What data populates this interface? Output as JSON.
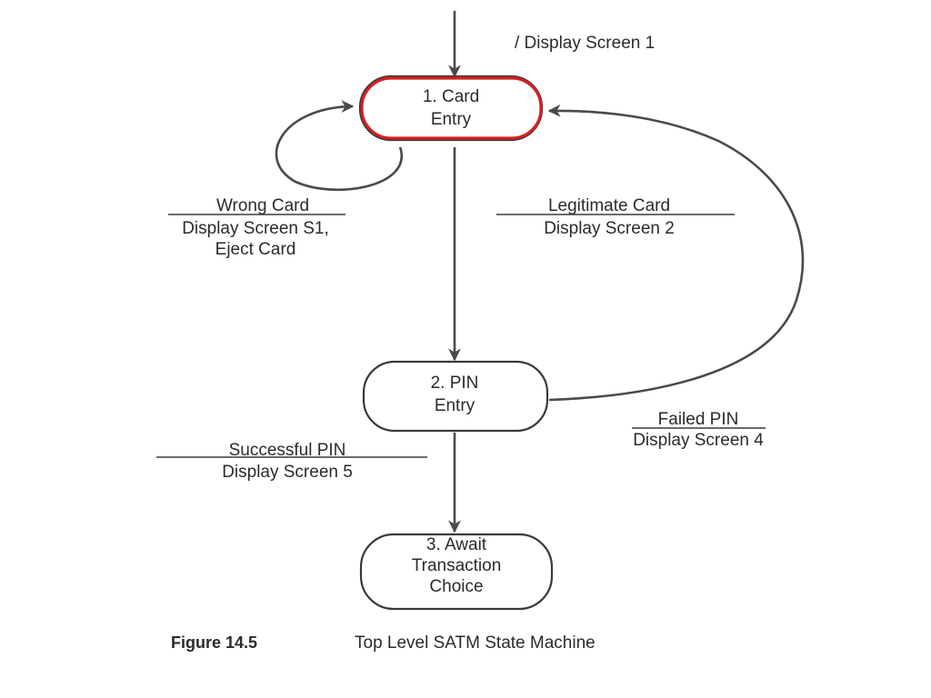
{
  "states": [
    {
      "id": "card-entry",
      "lines": [
        "1. Card",
        "Entry"
      ]
    },
    {
      "id": "pin-entry",
      "lines": [
        "2. PIN",
        "Entry"
      ]
    },
    {
      "id": "await-transaction",
      "lines": [
        "3. Await",
        "Transaction",
        "Choice"
      ]
    }
  ],
  "transitions": {
    "initial": {
      "action": "/ Display Screen 1"
    },
    "wrong_card": {
      "event": "Wrong Card",
      "actions": [
        "Display Screen S1,",
        "Eject Card"
      ]
    },
    "legitimate_card": {
      "event": "Legitimate Card",
      "actions": [
        "Display Screen 2"
      ]
    },
    "failed_pin": {
      "event": "Failed PIN",
      "actions": [
        "Display Screen 4"
      ]
    },
    "successful_pin": {
      "event": "Successful PIN",
      "actions": [
        "Display Screen 5"
      ]
    }
  },
  "caption": {
    "number": "Figure 14.5",
    "text": "Top Level SATM State Machine"
  },
  "colors": {
    "highlight": "#d62020",
    "ink": "#3a3a3a"
  }
}
